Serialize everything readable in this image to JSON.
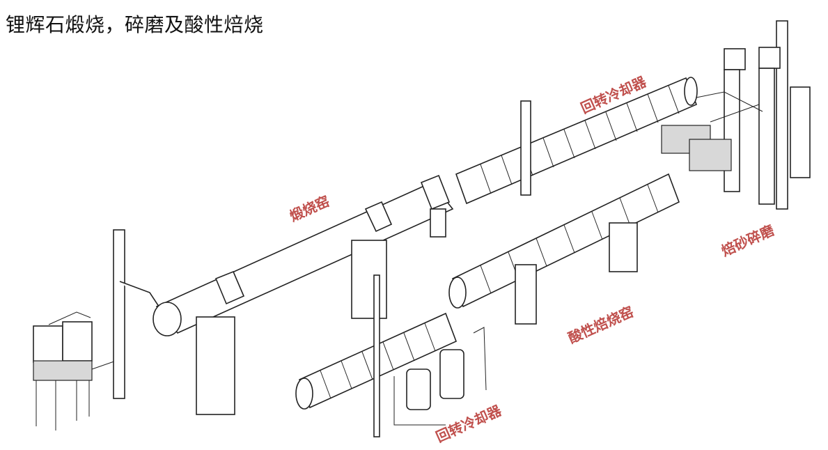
{
  "title": "锂辉石煅烧，碎磨及酸性焙烧",
  "labels": {
    "calcining_kiln": "煅烧窑",
    "rotary_cooler_top": "回转冷却器",
    "roast_grinding": "焙砂碎磨",
    "acid_roasting_kiln": "酸性焙烧窑",
    "rotary_cooler_bottom": "回转冷却器"
  },
  "colors": {
    "label": "#c0504d",
    "line": "#222222",
    "background": "#ffffff"
  }
}
